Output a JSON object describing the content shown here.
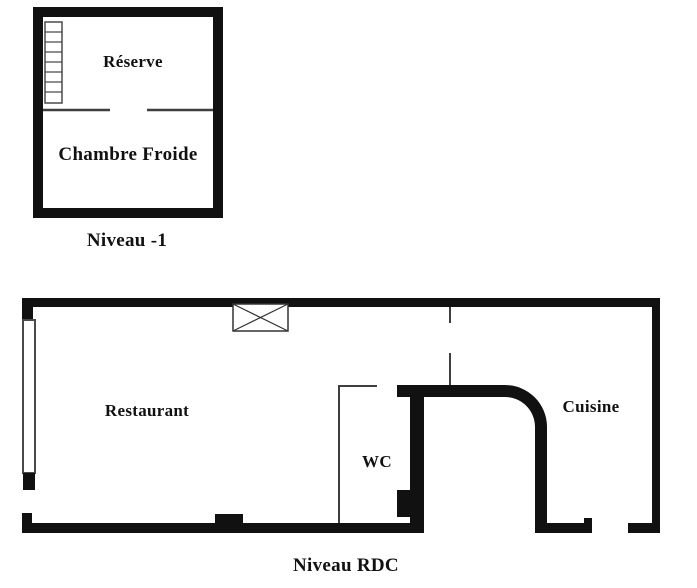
{
  "page": {
    "background": "#ffffff",
    "type": "architectural floor plan, two levels"
  },
  "colors": {
    "thick_wall": "#111111",
    "thin_wall": "#3f3f3f",
    "text": "#111111",
    "interior": "#ffffff"
  },
  "plans": {
    "niveau_m1": {
      "caption": "Niveau -1",
      "rooms": [
        {
          "label": "Réserve"
        },
        {
          "label": "Chambre Froide"
        }
      ],
      "features": [
        "staircase",
        "door-opening-in-divider"
      ]
    },
    "niveau_rdc": {
      "caption": "Niveau RDC",
      "rooms": [
        {
          "label": "Restaurant"
        },
        {
          "label": "WC"
        },
        {
          "label": "Cuisine"
        }
      ],
      "features": [
        "window-left-wall",
        "vent-box-top-wall",
        "curved-wall",
        "door-openings"
      ]
    }
  }
}
